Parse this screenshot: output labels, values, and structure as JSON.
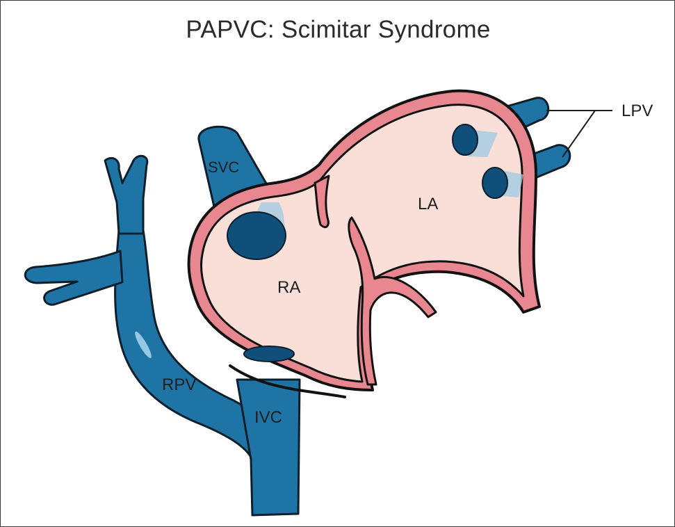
{
  "title": "PAPVC: Scimitar Syndrome",
  "labels": {
    "svc": "SVC",
    "ra": "RA",
    "la": "LA",
    "lpv": "LPV",
    "rpv": "RPV",
    "ivc": "IVC"
  },
  "colors": {
    "vein": "#1f74a6",
    "vein_outline": "#0d1f2c",
    "vessel_opening": "#0f4f7a",
    "atrium_wall": "#e98790",
    "atrium_interior": "#f9dfd8",
    "outline": "#121212"
  }
}
